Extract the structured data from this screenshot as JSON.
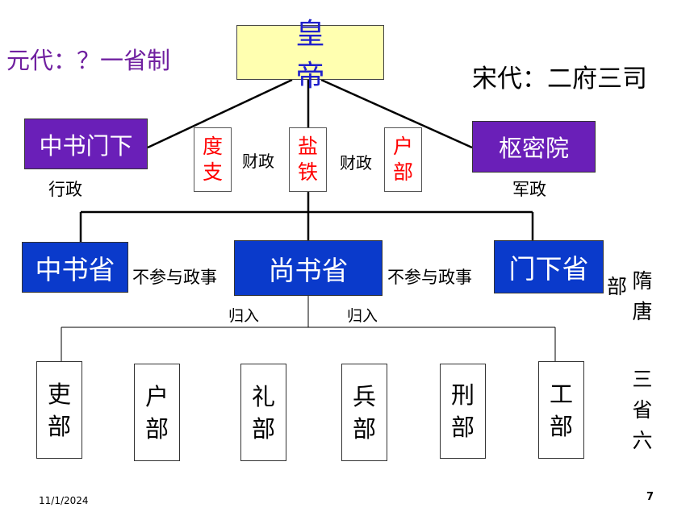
{
  "top_left_note": "元代：？一省制",
  "top_right_note": "宋代：二府三司",
  "emperor": "皇帝",
  "song": {
    "zhongshu_menxia": "中书门下",
    "shumiyuan": "枢密院",
    "xingzheng": "行政",
    "junzheng": "军政",
    "san_si": [
      {
        "label": "度支"
      },
      {
        "label": "盐铁"
      },
      {
        "label": "户部"
      }
    ],
    "caizheng_1": "财政",
    "caizheng_2": "财政"
  },
  "sui_tang": {
    "zhongshusheng": "中书省",
    "shangshusheng": "尚书省",
    "menxiasheng": "门下省",
    "bucan_left": "不参与政事",
    "bucan_right": "不参与政事",
    "guiru_left": "归入",
    "guiru_right": "归入",
    "six_ministries": [
      {
        "label": "吏部"
      },
      {
        "label": "户部"
      },
      {
        "label": "礼部"
      },
      {
        "label": "兵部"
      },
      {
        "label": "刑部"
      },
      {
        "label": "工部"
      }
    ],
    "side_col_1": "部",
    "side_col_2": "隋唐",
    "side_col_3": "三省六"
  },
  "colors": {
    "note": "#7020a0",
    "red": "#ff0000",
    "purple": "#6a1fb8",
    "blue": "#0a3acb",
    "emperor_bg": "#ffffb0"
  },
  "footer": {
    "date": "11/1/2024",
    "page": "7"
  }
}
